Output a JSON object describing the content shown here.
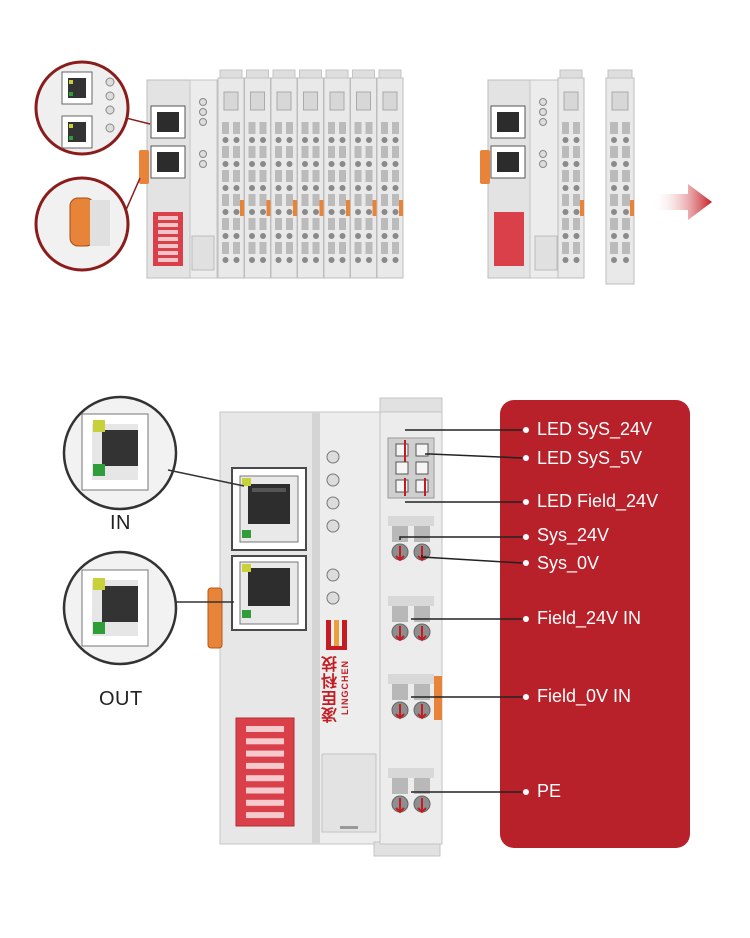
{
  "brand": {
    "name_cn": "凌臣科技",
    "name_en": "LINGCHEN"
  },
  "port_labels": {
    "in": "IN",
    "out": "OUT"
  },
  "pin_labels": [
    "LED SyS_24V",
    "LED SyS_5V",
    "LED Field_24V",
    "Sys_24V",
    "Sys_0V",
    "Field_24V IN",
    "Field_0V IN",
    "PE"
  ],
  "colors": {
    "panel_red": "#b8202a",
    "module_gray": "#e6e6e6",
    "orange": "#e8833a",
    "dip_red": "#d9404a",
    "led_green": "#2f9e3a",
    "led_yellow": "#c8d13a"
  },
  "icons": [
    "arrow-right-icon",
    "ethernet-port-icon",
    "latch-icon"
  ]
}
